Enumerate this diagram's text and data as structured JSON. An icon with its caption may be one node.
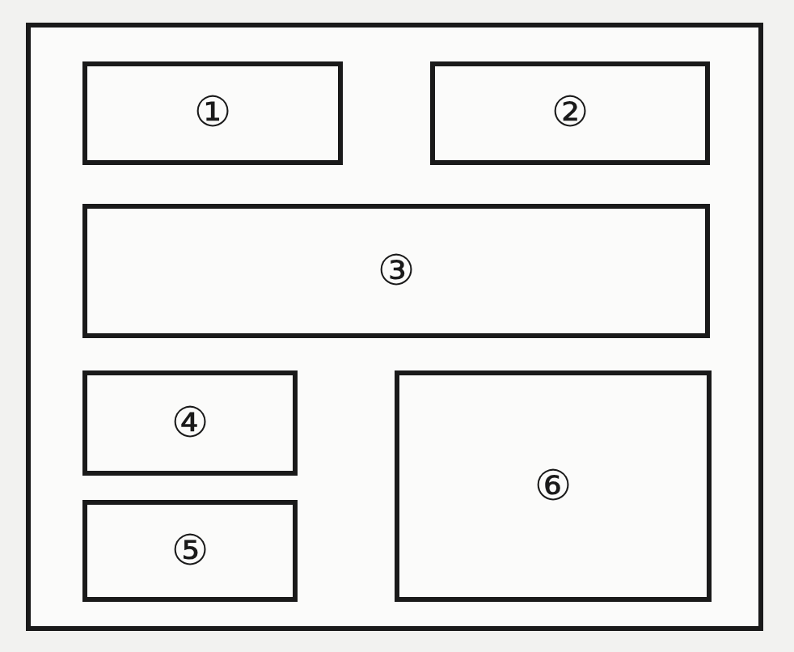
{
  "diagram": {
    "nodes": [
      {
        "text": [],
        "shape": "box"
      },
      {
        "text": [
          "①"
        ],
        "in": 0
      },
      {
        "text": [
          "②"
        ],
        "in": 0
      },
      {
        "text": [
          "③"
        ],
        "in": 0
      },
      {
        "text": [
          "④"
        ],
        "in": 0
      },
      {
        "text": [
          "⑤"
        ],
        "in": 0
      },
      {
        "text": [
          "⑥"
        ],
        "in": 0
      }
    ]
  }
}
